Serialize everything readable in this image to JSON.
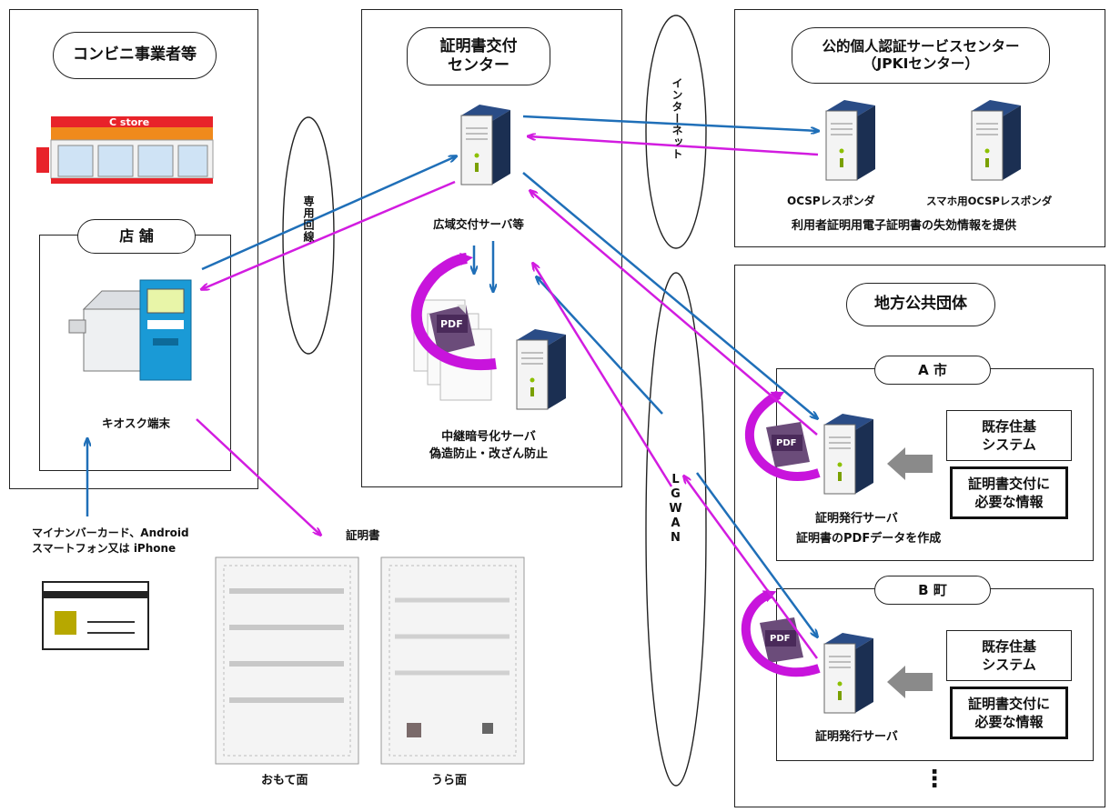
{
  "left": {
    "title": "コンビニ事業者等",
    "store_sign": "C store",
    "shop_title": "店 舗",
    "kiosk_label": "キオスク端末"
  },
  "user": {
    "device_text": "マイナンバーカード、Android\nスマートフォン又は iPhone"
  },
  "certificate": {
    "title": "証明書",
    "front": "おもて面",
    "back": "うら面"
  },
  "network": {
    "dedicated": "専用回線",
    "internet": "インターネット",
    "lgwan": "LGWAN"
  },
  "center": {
    "title": "証明書交付\nセンター",
    "server_label": "広域交付サーバ等",
    "pdf": "PDF",
    "relay_label": "中継暗号化サーバ\n偽造防止・改ざん防止"
  },
  "jpki": {
    "title": "公的個人認証サービスセンター\n（JPKIセンター）",
    "ocsp": "OCSPレスポンダ",
    "ocsp_smartphone": "スマホ用OCSPレスポンダ",
    "desc": "利用者証明用電子証明書の失効情報を提供"
  },
  "local": {
    "title": "地方公共団体",
    "city_a": {
      "name": "A 市",
      "pdf": "PDF",
      "system": "既存住基\nシステム",
      "info": "証明書交付に\n必要な情報",
      "server": "証明発行サーバ",
      "desc": "証明書のPDFデータを作成"
    },
    "town_b": {
      "name": "B 町",
      "pdf": "PDF",
      "system": "既存住基\nシステム",
      "info": "証明書交付に\n必要な情報",
      "server": "証明発行サーバ"
    },
    "more": "⋮"
  },
  "colors": {
    "blue": "#1f6fb8",
    "magenta": "#d21ce0",
    "server_dark": "#1b2f52",
    "server_light": "#f4f4f4"
  }
}
